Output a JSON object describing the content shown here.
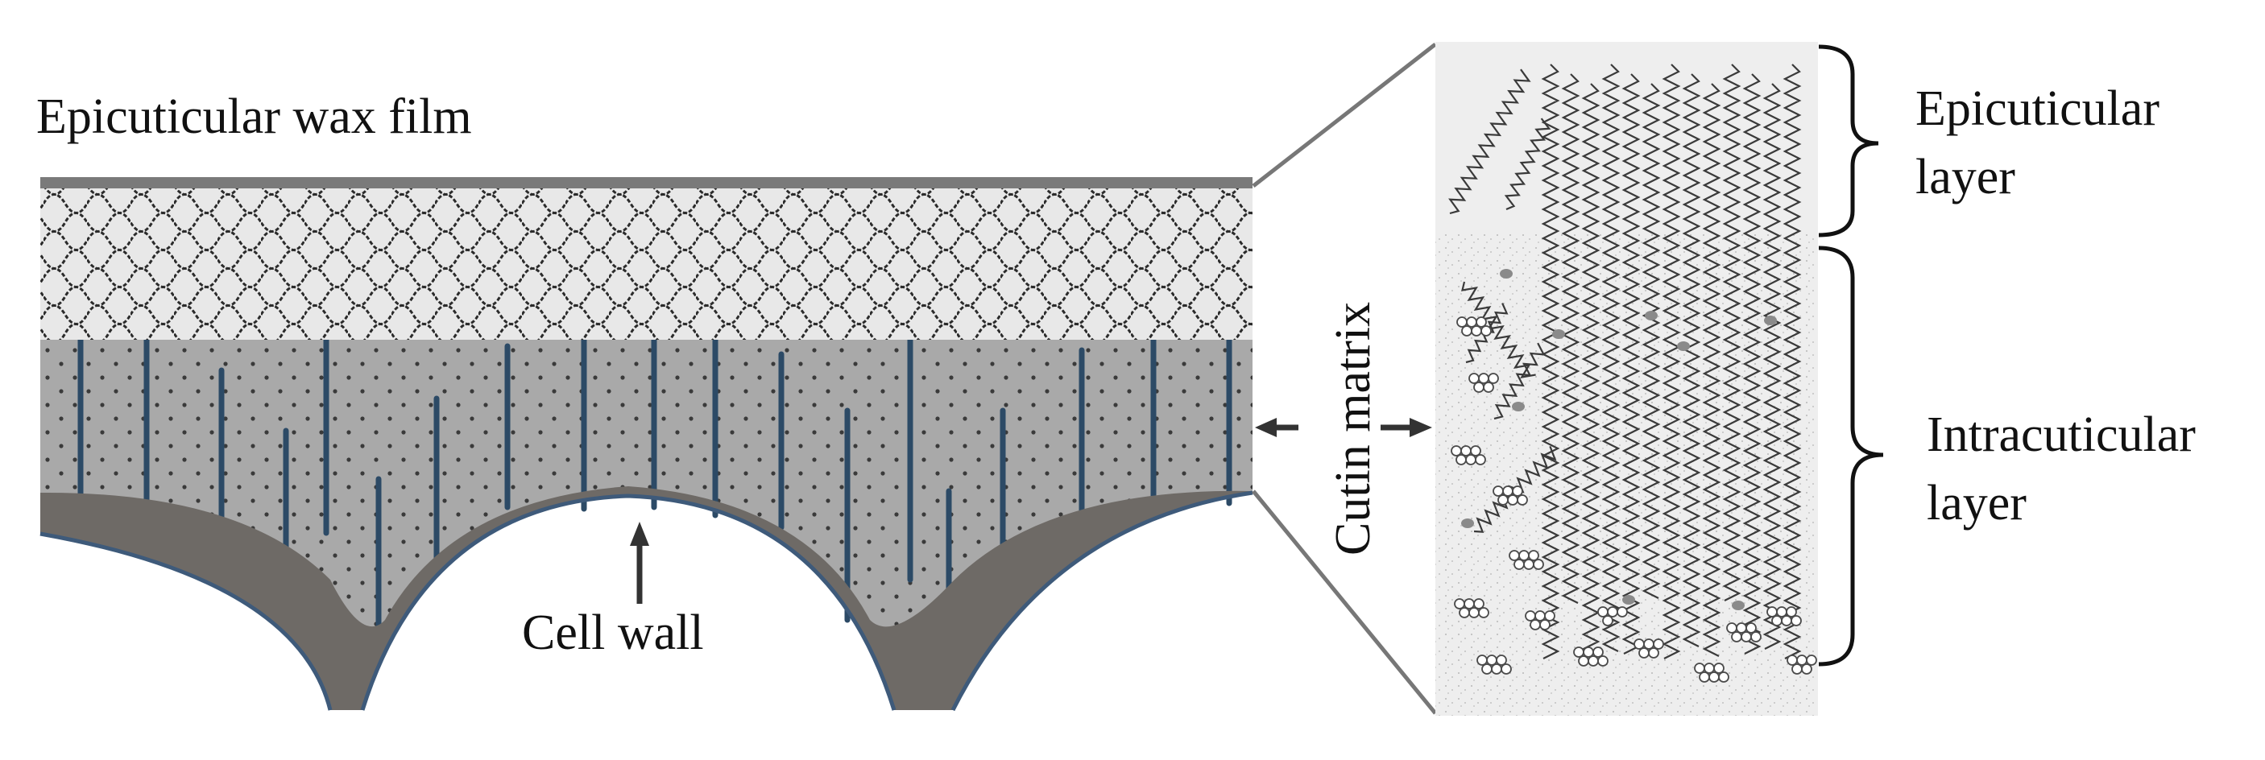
{
  "labels": {
    "wax_film": "Epicuticular wax film",
    "cell_wall": "Cell wall",
    "cutin_matrix": "Cutin matrix",
    "epicuticular_layer_line1": "Epicuticular",
    "epicuticular_layer_line2": "layer",
    "intracuticular_layer_line1": "Intracuticular",
    "intracuticular_layer_line2": "layer"
  },
  "colors": {
    "wax_film": "#7a7a7a",
    "wax_layer_bg": "#e8e8e8",
    "cutin_layer": "#a9a9a9",
    "cell_wall_fill": "#6e6a66",
    "cell_wall_edge": "#3e5a7a",
    "pectin_strands": "#2c4a66",
    "arrow": "#333333",
    "zoom_panel_bg": "#eeeeee"
  },
  "icons": [
    "left-arrow-icon",
    "right-arrow-icon",
    "up-arrow-icon",
    "curly-brace-icon"
  ]
}
